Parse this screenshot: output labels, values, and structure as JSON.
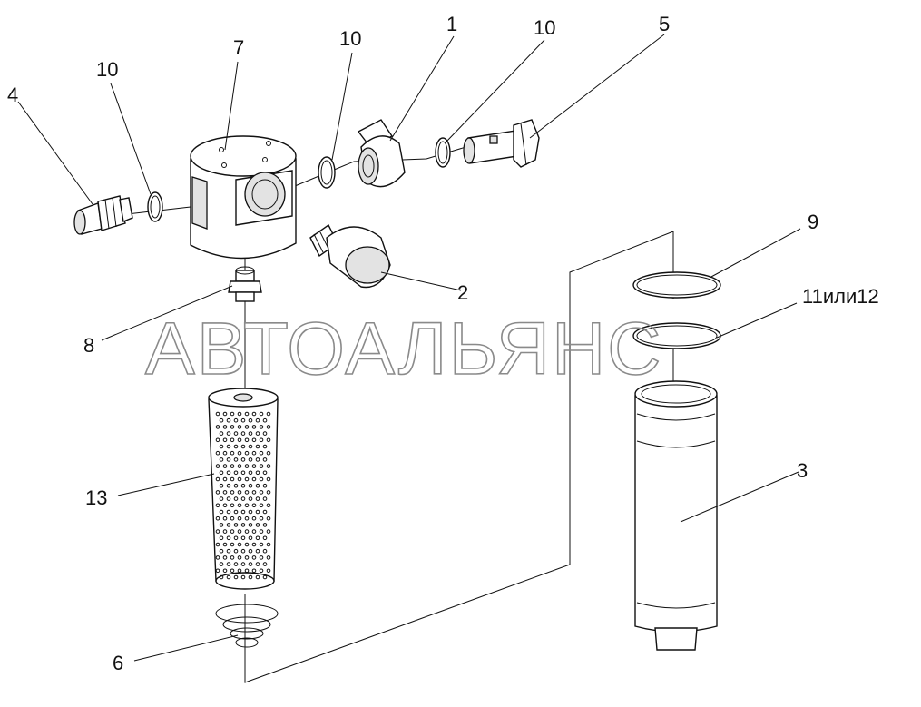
{
  "watermark": "АВТОАЛЬЯНС",
  "callouts": [
    {
      "id": "1",
      "text": "1"
    },
    {
      "id": "2",
      "text": "2"
    },
    {
      "id": "3",
      "text": "3"
    },
    {
      "id": "4",
      "text": "4"
    },
    {
      "id": "5",
      "text": "5"
    },
    {
      "id": "6",
      "text": "6"
    },
    {
      "id": "7",
      "text": "7"
    },
    {
      "id": "8",
      "text": "8"
    },
    {
      "id": "9",
      "text": "9"
    },
    {
      "id": "10a",
      "text": "10"
    },
    {
      "id": "10b",
      "text": "10"
    },
    {
      "id": "10c",
      "text": "10"
    },
    {
      "id": "11-12",
      "text": "11или12"
    },
    {
      "id": "13",
      "text": "13"
    }
  ]
}
